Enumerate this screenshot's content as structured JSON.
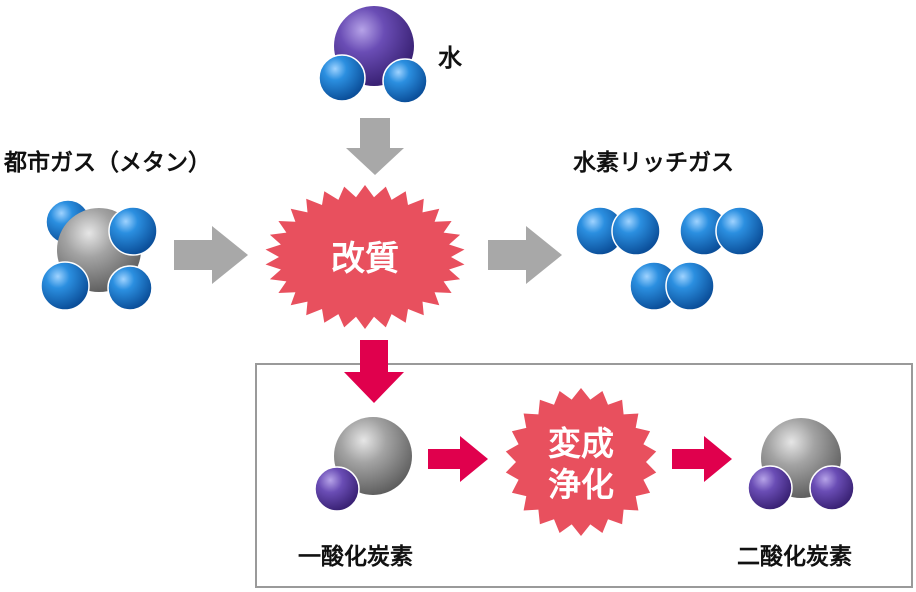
{
  "labels": {
    "water": "水",
    "city_gas": "都市ガス（メタン）",
    "hydrogen_rich": "水素リッチガス",
    "co": "一酸化炭素",
    "co2": "二酸化炭素"
  },
  "stages": {
    "reforming": "改質",
    "shift_line1": "変成",
    "shift_line2": "浄化"
  },
  "colors": {
    "blue_atom": "#1f7fd4",
    "purple_atom": "#5b3ea0",
    "grey_atom": "#8a8a8a",
    "burst": "#e8505e",
    "gray_arrow": "#a8a8a8",
    "pink_arrow": "#e0004d",
    "box_border": "#9a9a9a"
  }
}
